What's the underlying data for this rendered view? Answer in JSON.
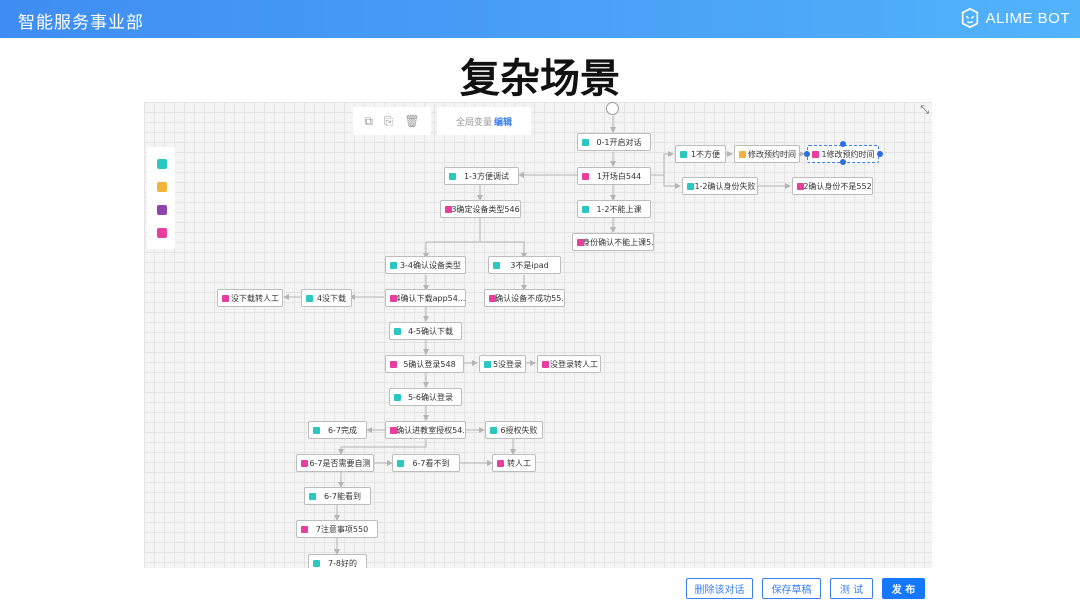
{
  "header": {
    "title": "智能服务事业部",
    "brand": "ALIME BOT"
  },
  "slide": {
    "title": "复杂场景"
  },
  "editor": {
    "toolbar": {
      "copy_icon": "copy-icon",
      "paste_icon": "paste-icon",
      "delete_icon": "trash-icon"
    },
    "global_vars": {
      "label": "全局变量",
      "edit_label": "编辑"
    },
    "palette_colors": [
      "#2bc8c2",
      "#f2b33d",
      "#8e44ad",
      "#e83e9f"
    ],
    "node_colors": {
      "teal": "#2bc8c2",
      "orange": "#f2b33d",
      "pink": "#e83e9f"
    },
    "nodes": [
      {
        "label": "0-1开启对话"
      },
      {
        "label": "1开场白544"
      },
      {
        "label": "1-2不能上课"
      },
      {
        "label": "2身份确认不能上课5..."
      },
      {
        "label": "1不方便"
      },
      {
        "label": "修改预约时间"
      },
      {
        "label": "1修改预约时间"
      },
      {
        "label": "1-2确认身份失败"
      },
      {
        "label": "2确认身份不是552"
      },
      {
        "label": "1-3方便调试"
      },
      {
        "label": "3确定设备类型546"
      },
      {
        "label": "3-4确认设备类型"
      },
      {
        "label": "3不是ipad"
      },
      {
        "label": "4确认下载app54..."
      },
      {
        "label": "3确认设备不成功55..."
      },
      {
        "label": "4没下载"
      },
      {
        "label": "没下载转人工"
      },
      {
        "label": "4-5确认下载"
      },
      {
        "label": "5确认登录548"
      },
      {
        "label": "5没登录"
      },
      {
        "label": "没登录转人工"
      },
      {
        "label": "5-6确认登录"
      },
      {
        "label": "6确认进教室授权54..."
      },
      {
        "label": "6-7完成"
      },
      {
        "label": "6授权失败"
      },
      {
        "label": "6-7是否需要自测"
      },
      {
        "label": "6-7看不到"
      },
      {
        "label": "转人工"
      },
      {
        "label": "6-7能看到"
      },
      {
        "label": "7注意事项550"
      },
      {
        "label": "7-8好的"
      }
    ]
  },
  "actions": {
    "delete": "删除该对话",
    "save_draft": "保存草稿",
    "test": "测 试",
    "publish": "发 布"
  }
}
